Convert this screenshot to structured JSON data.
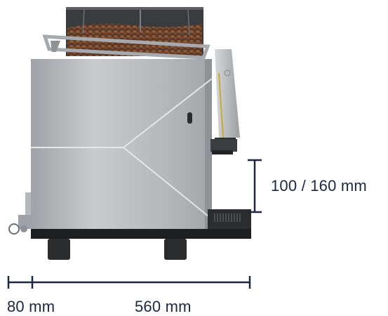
{
  "dimensions": {
    "spout_height": "100 / 160 mm",
    "side_clearance": "80 mm",
    "machine_width": "560 mm"
  },
  "colors": {
    "body_silver": "#b9bcbf",
    "bean_brown": "#6b4430",
    "dimension_line": "#1f2740",
    "accent_gold": "#c9a93b"
  }
}
